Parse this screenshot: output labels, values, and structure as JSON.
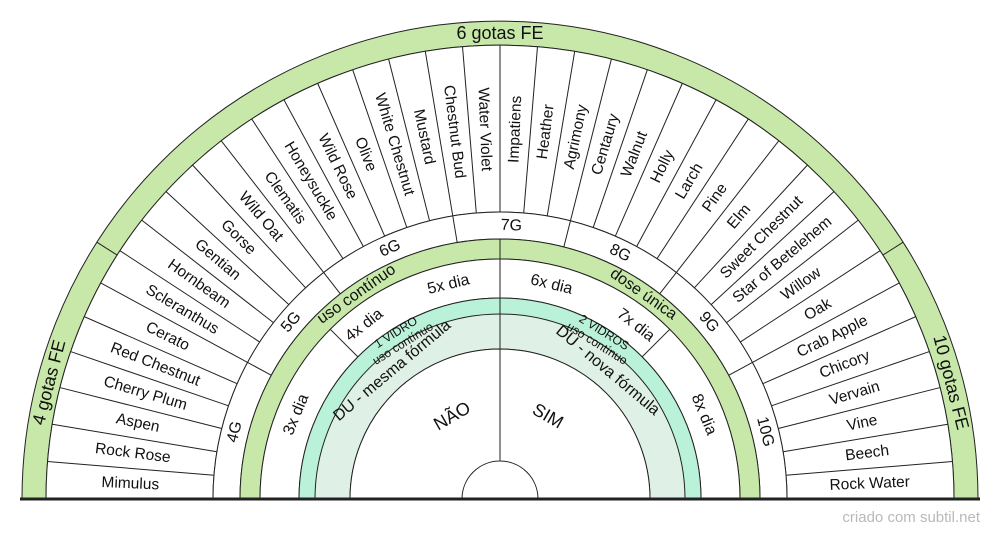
{
  "colors": {
    "green_band": "#c7e8a9",
    "mint_band": "#b9f2d8",
    "light_band": "#dff1e6",
    "line": "#222222",
    "credit": "#b9b9b9"
  },
  "outer_ring": {
    "left_label": "4 gotas FE",
    "top_label": "6 gotas FE",
    "right_label": "10 gotas FE"
  },
  "remedies": [
    "Mimulus",
    "Rock Rose",
    "Aspen",
    "Cherry Plum",
    "Red Chestnut",
    "Cerato",
    "Scleranthus",
    "Hornbeam",
    "Gentian",
    "Gorse",
    "Wild Oat",
    "Clematis",
    "Honeysuckle",
    "Wild Rose",
    "Olive",
    "White Chestnut",
    "Mustard",
    "Chestnut Bud",
    "Water Violet",
    "Impatiens",
    "Heather",
    "Agrimony",
    "Centaury",
    "Walnut",
    "Holly",
    "Larch",
    "Pine",
    "Elm",
    "Sweet Chestnut",
    "Star of Betelehem",
    "Willow",
    "Oak",
    "Crab Apple",
    "Chicory",
    "Vervain",
    "Vine",
    "Beech",
    "Rock Water"
  ],
  "groups": [
    "4G",
    "5G",
    "6G",
    "7G",
    "8G",
    "9G",
    "10G"
  ],
  "usage_ring": {
    "left_label": "uso contínuo",
    "right_label": "dose única"
  },
  "frequencies": [
    "3x dia",
    "4x dia",
    "5x dia",
    "6x dia",
    "7x dia",
    "8x dia"
  ],
  "bottle_ring": {
    "left_label": "1 VIDRO\nuso contínuo",
    "right_label": "2 VIDROS\nuso contínuo"
  },
  "formula_ring": {
    "left_label": "DU  -  mesma fórmula",
    "right_label": "DU  -  nova fórmula"
  },
  "center": {
    "left_label": "NÃO",
    "right_label": "SIM"
  },
  "credit": "criado com subtil.net"
}
